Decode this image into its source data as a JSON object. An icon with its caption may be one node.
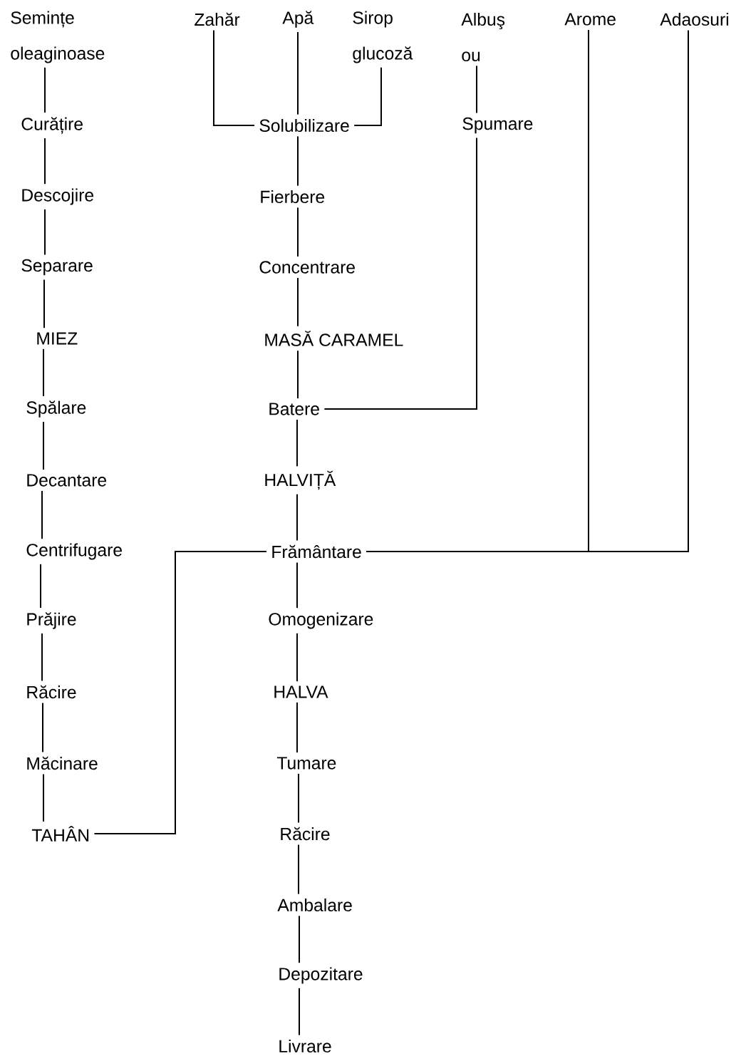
{
  "diagram": {
    "nodes": [
      {
        "text": [
          "Semințe oleaginoase"
        ]
      },
      {
        "text": [
          "Zahăr"
        ]
      },
      {
        "text": [
          "Apă"
        ]
      },
      {
        "text": [
          "Sirop glucoză"
        ]
      },
      {
        "text": [
          "Albuş ou"
        ]
      },
      {
        "text": [
          "Arome"
        ]
      },
      {
        "text": [
          "Adaosuri"
        ]
      },
      {
        "text": [
          "Curățire"
        ]
      },
      {
        "text": [
          "Solubilizare"
        ]
      },
      {
        "text": [
          "Spumare"
        ]
      },
      {
        "text": [
          "Descojire"
        ]
      },
      {
        "text": [
          "Fierbere"
        ]
      },
      {
        "text": [
          "Separare"
        ]
      },
      {
        "text": [
          "Concentrare"
        ]
      },
      {
        "text": [
          "MIEZ"
        ]
      },
      {
        "text": [
          "MASĂ CARAMEL"
        ]
      },
      {
        "text": [
          "Spălare"
        ]
      },
      {
        "text": [
          "Batere"
        ]
      },
      {
        "text": [
          "Decantare"
        ]
      },
      {
        "text": [
          "HALVIȚĂ"
        ]
      },
      {
        "text": [
          "Centrifugare"
        ]
      },
      {
        "text": [
          "Frământare"
        ]
      },
      {
        "text": [
          "Prăjire"
        ]
      },
      {
        "text": [
          "Omogenizare"
        ]
      },
      {
        "text": [
          "Răcire"
        ]
      },
      {
        "text": [
          "HALVA"
        ]
      },
      {
        "text": [
          "Măcinare"
        ]
      },
      {
        "text": [
          "Tumare"
        ]
      },
      {
        "text": [
          "TAHÂN"
        ]
      },
      {
        "text": [
          "Răcire"
        ]
      },
      {
        "text": [
          "Ambalare"
        ]
      },
      {
        "text": [
          "Depozitare"
        ]
      },
      {
        "text": [
          "Livrare"
        ]
      }
    ],
    "edges": [
      {
        "from": 0,
        "to": 7,
        "arrow": "none"
      },
      {
        "from": 7,
        "to": 10,
        "arrow": "none"
      },
      {
        "from": 10,
        "to": 12,
        "arrow": "none"
      },
      {
        "from": 12,
        "to": 14,
        "arrow": "none"
      },
      {
        "from": 14,
        "to": 16,
        "arrow": "none"
      },
      {
        "from": 16,
        "to": 18,
        "arrow": "none"
      },
      {
        "from": 18,
        "to": 20,
        "arrow": "none"
      },
      {
        "from": 20,
        "to": 22,
        "arrow": "none"
      },
      {
        "from": 22,
        "to": 24,
        "arrow": "none"
      },
      {
        "from": 24,
        "to": 26,
        "arrow": "none"
      },
      {
        "from": 26,
        "to": 28,
        "arrow": "none"
      },
      {
        "from": 28,
        "to": 21,
        "arrow": "none"
      },
      {
        "from": 1,
        "to": 8,
        "arrow": "none"
      },
      {
        "from": 2,
        "to": 8,
        "arrow": "none"
      },
      {
        "from": 3,
        "to": 8,
        "arrow": "none"
      },
      {
        "from": 4,
        "to": 9,
        "arrow": "none"
      },
      {
        "from": 9,
        "to": 17,
        "arrow": "none"
      },
      {
        "from": 5,
        "to": 21,
        "arrow": "none"
      },
      {
        "from": 6,
        "to": 21,
        "arrow": "none"
      },
      {
        "from": 8,
        "to": 11,
        "arrow": "none"
      },
      {
        "from": 11,
        "to": 13,
        "arrow": "none"
      },
      {
        "from": 13,
        "to": 15,
        "arrow": "none"
      },
      {
        "from": 15,
        "to": 17,
        "arrow": "none"
      },
      {
        "from": 17,
        "to": 19,
        "arrow": "none"
      },
      {
        "from": 19,
        "to": 21,
        "arrow": "none"
      },
      {
        "from": 21,
        "to": 23,
        "arrow": "none"
      },
      {
        "from": 23,
        "to": 25,
        "arrow": "none"
      },
      {
        "from": 25,
        "to": 27,
        "arrow": "none"
      },
      {
        "from": 27,
        "to": 29,
        "arrow": "none"
      },
      {
        "from": 29,
        "to": 30,
        "arrow": "none"
      },
      {
        "from": 30,
        "to": 31,
        "arrow": "none"
      },
      {
        "from": 31,
        "to": 32,
        "arrow": "none"
      }
    ]
  }
}
